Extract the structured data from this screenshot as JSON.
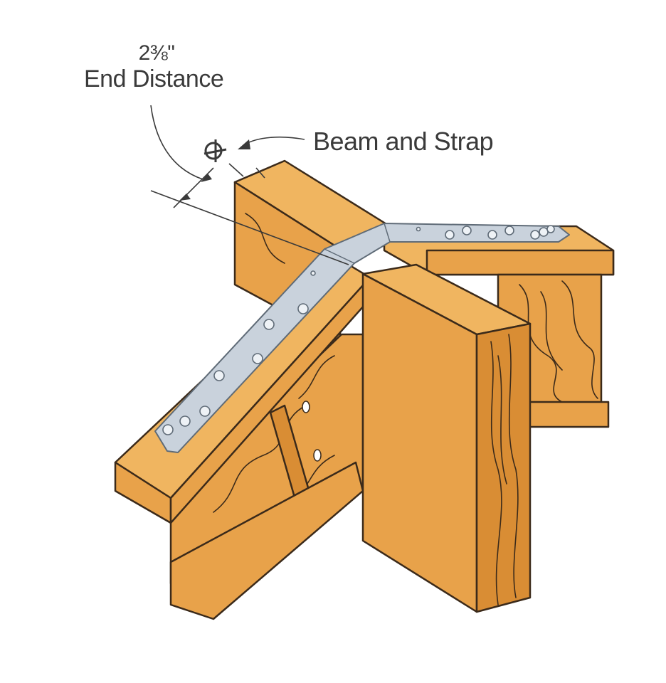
{
  "labels": {
    "end_distance_value": "2⅜\"",
    "end_distance_text": "End Distance",
    "beam_and_strap": "Beam and Strap"
  },
  "colors": {
    "wood": "#e8a24a",
    "wood_dark": "#d98d34",
    "wood_light": "#f0b560",
    "outline": "#3b2a1a",
    "strap": "#c9d2dc",
    "strap_edge": "#8a96a3",
    "nail": "#eef2f6"
  },
  "icons": [
    "centerline-symbol-icon"
  ]
}
